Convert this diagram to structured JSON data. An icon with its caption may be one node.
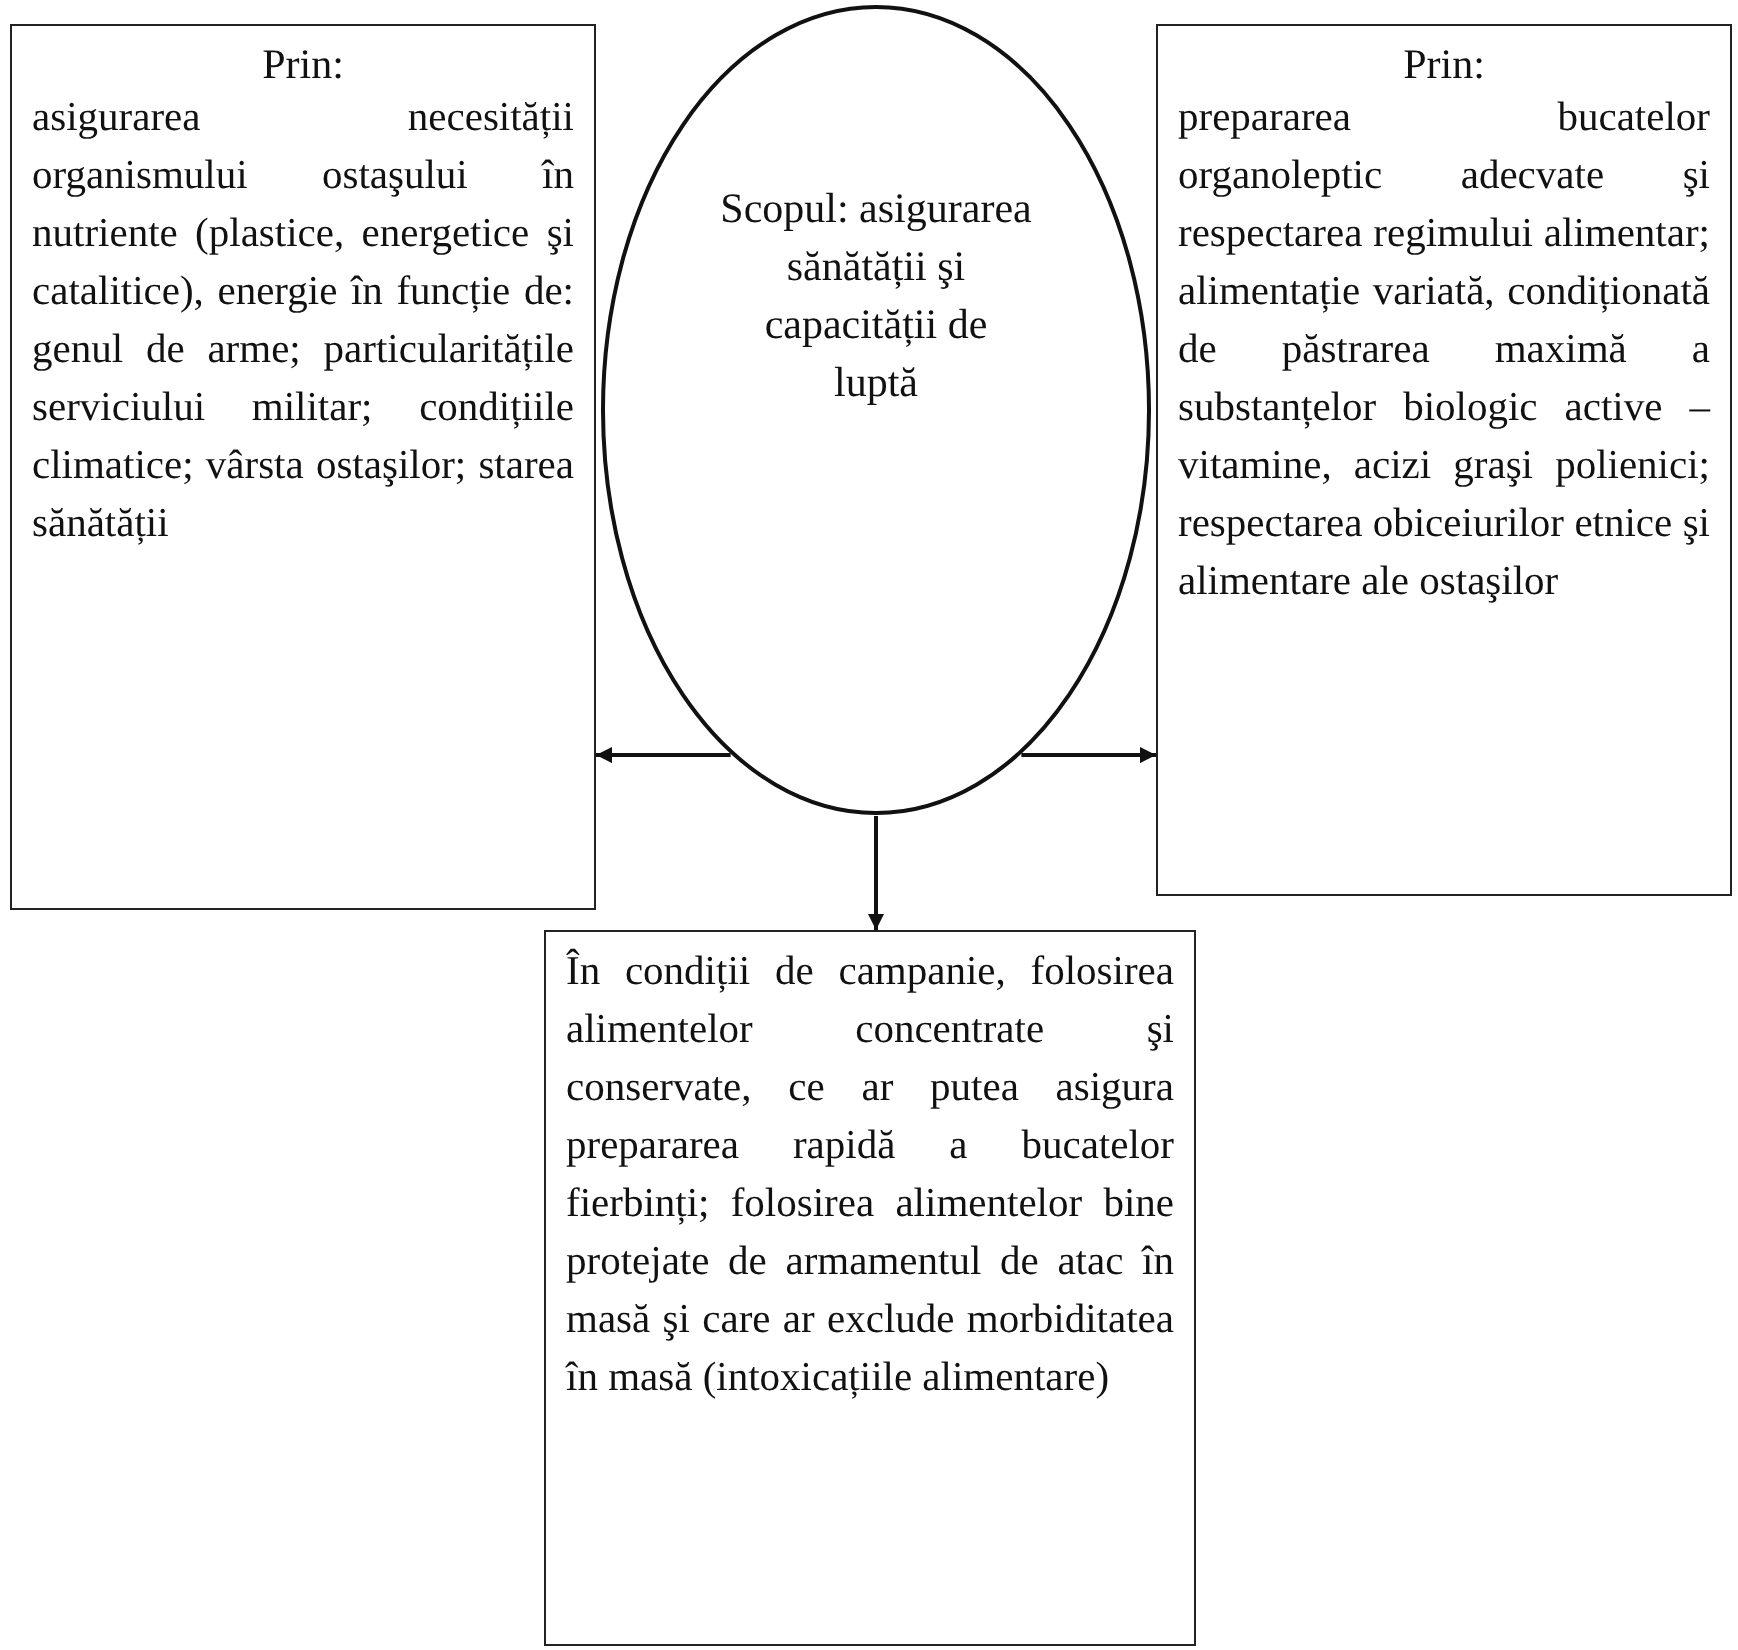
{
  "diagram": {
    "nodes": [
      {
        "text": [
          "Prin:",
          "asigurarea necesității organismului ostaşului în nutriente (plastice, energetice şi catalitice), energie în funcție de: genul de arme; particularitățile serviciului militar; condițiile climatice; vârsta ostaşilor; starea sănătății"
        ]
      },
      {
        "text": [
          "Scopul: asigurarea sănătății şi capacității de luptă"
        ]
      },
      {
        "text": [
          "Prin:",
          "prepararea bucatelor organoleptic adecvate şi respectarea regimului alimentar; alimentație variată, condiționată de păstrarea maximă a substanțelor biologic active – vitamine, acizi graşi polienici; respectarea obiceiurilor etnice şi alimentare ale ostaşilor"
        ]
      },
      {
        "text": [
          "În condiții de campanie, folosirea alimentelor concentrate şi conservate, ce ar putea asigura prepararea rapidă a bucatelor fierbinți; folosirea alimentelor bine protejate de armamentul de atac în masă şi care ar exclude morbiditatea în masă (intoxicațiile alimentare)"
        ]
      }
    ],
    "edges": [
      {
        "from": 1,
        "to": 0,
        "arrow": "to"
      },
      {
        "from": 1,
        "to": 2,
        "arrow": "to"
      },
      {
        "from": 1,
        "to": 3,
        "arrow": "to"
      }
    ]
  }
}
